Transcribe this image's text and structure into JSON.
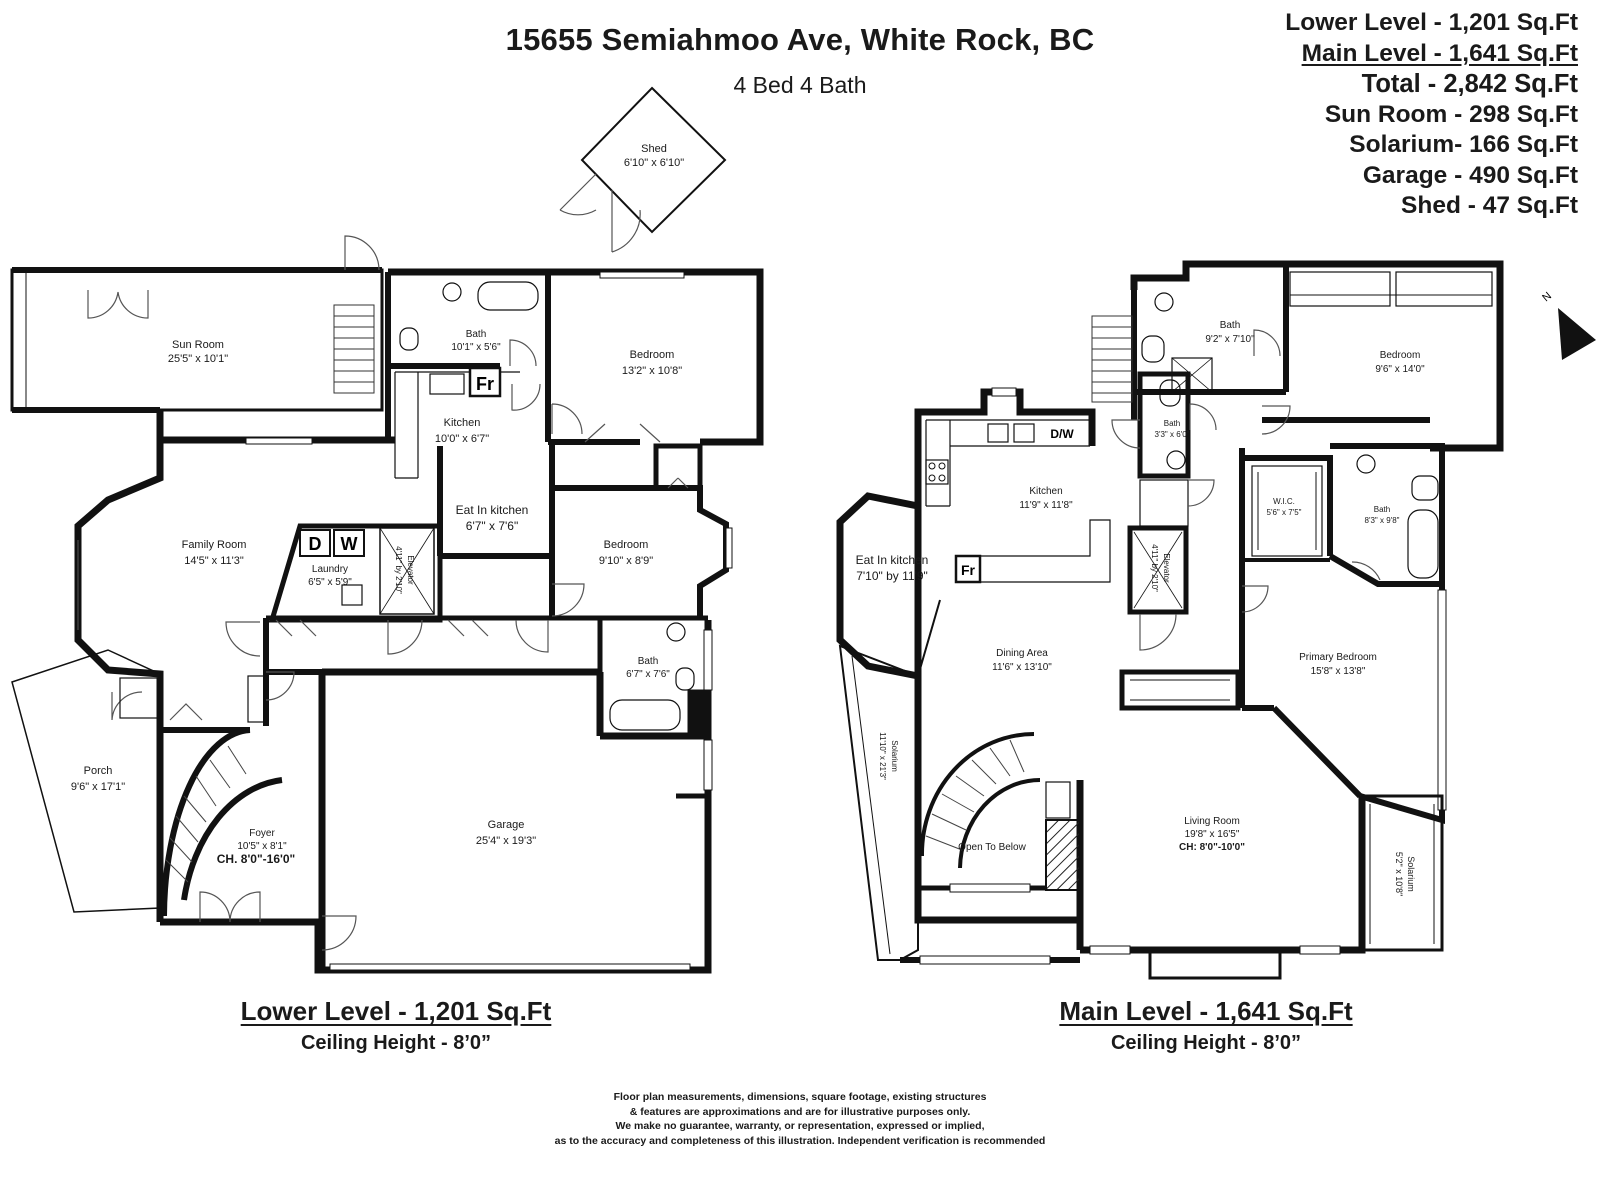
{
  "header": {
    "address": "15655 Semiahmoo Ave, White Rock, BC",
    "beds_baths": "4 Bed 4 Bath"
  },
  "areas": {
    "lower": "Lower Level - 1,201 Sq.Ft",
    "main": "Main Level - 1,641 Sq.Ft",
    "total": "Total - 2,842 Sq.Ft",
    "sun_room": "Sun Room - 298 Sq.Ft",
    "solarium": "Solarium- 166 Sq.Ft",
    "garage": "Garage - 490 Sq.Ft",
    "shed": "Shed - 47 Sq.Ft"
  },
  "levels": {
    "lower": {
      "title": "Lower Level - 1,201 Sq.Ft",
      "ceiling": "Ceiling Height - 8’0”"
    },
    "main": {
      "title": "Main Level - 1,641 Sq.Ft",
      "ceiling": "Ceiling Height - 8’0”"
    }
  },
  "compass": {
    "label": "N"
  },
  "rooms": {
    "shed": {
      "name": "Shed",
      "dims": "6'10\" x 6'10\""
    },
    "sun_room": {
      "name": "Sun Room",
      "dims": "25'5\" x 10'1\""
    },
    "lower_bath_1": {
      "name": "Bath",
      "dims": "10'1\" x 5'6\""
    },
    "lower_bedroom_1": {
      "name": "Bedroom",
      "dims": "13'2\" x 10'8\""
    },
    "lower_kitchen": {
      "name": "Kitchen",
      "dims": "10'0\" x 6'7\""
    },
    "lower_eat_in": {
      "name": "Eat In kitchen",
      "dims": "6'7\" x 7'6\""
    },
    "family_room": {
      "name": "Family Room",
      "dims": "14'5\" x 11'3\""
    },
    "laundry": {
      "name": "Laundry",
      "dims": "6'5\" x 5'9\""
    },
    "lower_elevator": {
      "name": "Elevator",
      "dims": "4'11\" by 2'10\""
    },
    "lower_bedroom_2": {
      "name": "Bedroom",
      "dims": "9'10\" x 8'9\""
    },
    "lower_bath_2": {
      "name": "Bath",
      "dims": "6'7\" x 7'6\""
    },
    "porch": {
      "name": "Porch",
      "dims": "9'6\" x 17'1\""
    },
    "foyer": {
      "name": "Foyer",
      "dims": "10'5\" x 8'1\"",
      "ceiling": "CH. 8'0\"-16'0\""
    },
    "garage": {
      "name": "Garage",
      "dims": "25'4\" x 19'3\""
    },
    "main_bath_1": {
      "name": "Bath",
      "dims": "9'2\" x 7'10\""
    },
    "main_bedroom": {
      "name": "Bedroom",
      "dims": "9'6\" x 14'0\""
    },
    "main_bath_2": {
      "name": "Bath",
      "dims": "3'3\" x 6'0\""
    },
    "main_kitchen": {
      "name": "Kitchen",
      "dims": "11'9\" x 11'8\""
    },
    "main_eat_in": {
      "name": "Eat In kitchen",
      "dims": "7'10\" by 11'9\""
    },
    "main_elevator": {
      "name": "Elevator",
      "dims": "4'11\" by 2'10\""
    },
    "wic": {
      "name": "W.I.C.",
      "dims": "5'6\" x 7'5\""
    },
    "main_bath_3": {
      "name": "Bath",
      "dims": "8'3\" x 9'8\""
    },
    "dining_area": {
      "name": "Dining Area",
      "dims": "11'6\" x 13'10\""
    },
    "primary_bedroom": {
      "name": "Primary Bedroom",
      "dims": "15'8\" x 13'8\""
    },
    "solarium_west": {
      "name": "Solarium",
      "dims": "11'10\" x 21'3\""
    },
    "open_to_below": {
      "name": "Open To Below"
    },
    "living_room": {
      "name": "Living Room",
      "dims": "19'8\" x 16'5\"",
      "ceiling": "CH: 8'0\"-10'0\""
    },
    "solarium_east": {
      "name": "Solarium",
      "dims": "5'2\" x 10'8\""
    }
  },
  "appliances": {
    "fridge": "Fr",
    "dryer": "D",
    "washer": "W",
    "dishwasher": "D/W"
  },
  "disclaimer": [
    "Floor plan measurements, dimensions, square footage, existing structures",
    "& features are approximations and are for illustrative purposes only.",
    "We make no guarantee, warranty, or representation, expressed or implied,",
    "as to the accuracy and completeness of this illustration. Independent verification is recommended"
  ]
}
